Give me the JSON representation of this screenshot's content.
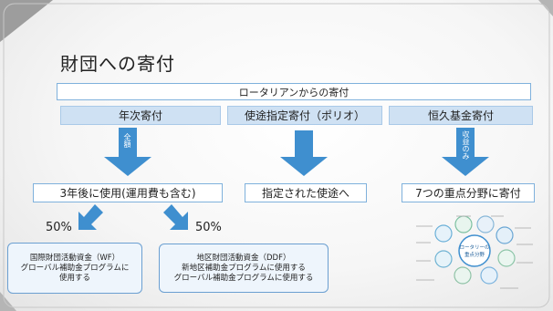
{
  "title": "財団への寄付",
  "top_box": "ロータリアンからの寄付",
  "categories": {
    "annual": "年次寄付",
    "directed": "使途指定寄付（ポリオ）",
    "endowment": "恒久基金寄付"
  },
  "arrow_labels": {
    "annual": "全額",
    "endowment": "収益のみ"
  },
  "outcomes": {
    "annual": "3年後に使用(運用費も含む)",
    "directed": "指定された使途へ",
    "endowment": "7つの重点分野に寄付"
  },
  "percent_left": "50%",
  "percent_right": "50%",
  "fund_boxes": {
    "wf": [
      "国際財団活動資金（WF）",
      "グローバル補助金プログラムに",
      "使用する"
    ],
    "ddf": [
      "地区財団活動資金（DDF）",
      "新地区補助金プログラムに使用する",
      "グローバル補助金プログラムに使用する"
    ]
  },
  "areas_graphic_label": [
    "ロータリーの",
    "重点分野"
  ],
  "colors": {
    "arrow": "#3f8fcf",
    "border": "#7fb1dc",
    "category_fill": "#cfe1f3"
  }
}
